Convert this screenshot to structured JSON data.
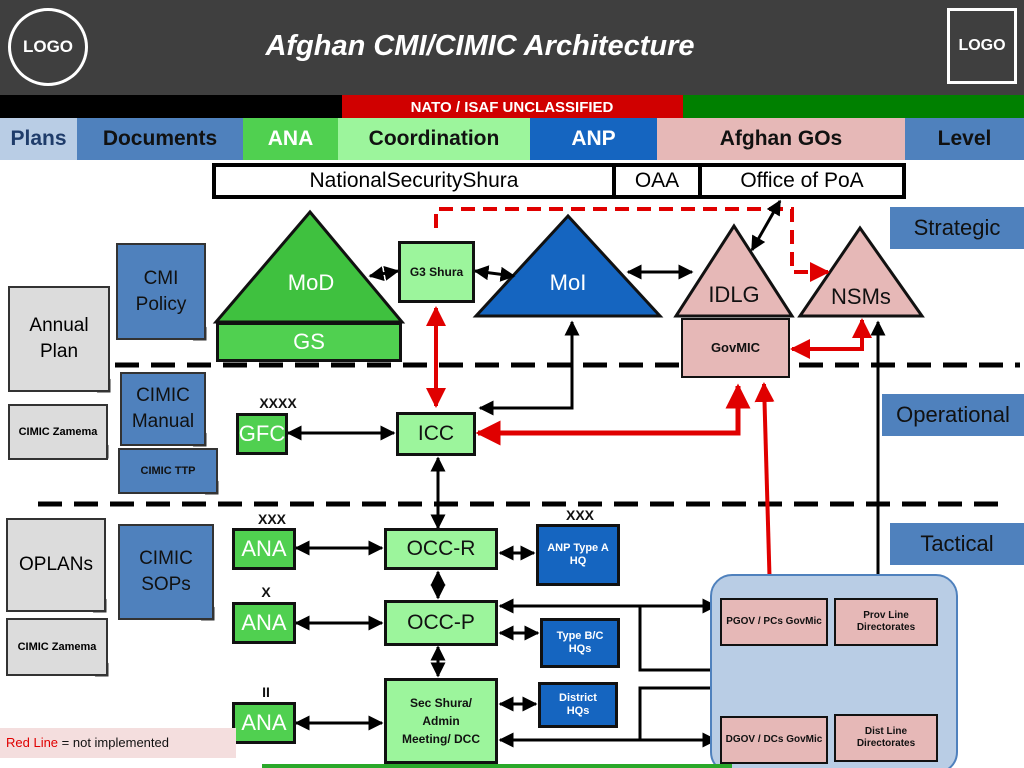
{
  "header": {
    "title": "Afghan CMI/CIMIC Architecture",
    "logo_left": "LOGO",
    "logo_right": "LOGO"
  },
  "classification": "NATO / ISAF UNCLASSIFIED",
  "tabs": [
    {
      "label": "Plans",
      "color": "#b9cde5"
    },
    {
      "label": "Documents",
      "color": "#4f81bd"
    },
    {
      "label": "ANA",
      "color": "#50d050"
    },
    {
      "label": "Coordination",
      "color": "#9cf59c"
    },
    {
      "label": "ANP",
      "color": "#1565c0"
    },
    {
      "label": "Afghan GOs",
      "color": "#e6b8b7"
    },
    {
      "label": "Level",
      "color": "#4f81bd"
    }
  ],
  "top_bar": {
    "national_security_shura": "NationalSecurityShura",
    "oaa": "OAA",
    "office_of_poa": "Office of PoA"
  },
  "levels": {
    "strategic": "Strategic",
    "operational": "Operational",
    "tactical": "Tactical"
  },
  "documents": {
    "cmi_policy": "CMI Policy",
    "annual_plan": "Annual Plan",
    "cimic_zamema_1": "CIMIC Zamema",
    "cimic_manual": "CIMIC Manual",
    "cimic_ttp": "CIMIC TTP",
    "oplans": "OPLANs",
    "cimic_zamema_2": "CIMIC Zamema",
    "cimic_sops": "CIMIC SOPs"
  },
  "nodes": {
    "mod": "MoD",
    "gs": "GS",
    "g3_shura": "G3 Shura",
    "moi": "MoI",
    "idlg": "IDLG",
    "nsms": "NSMs",
    "govmic": "GovMIC",
    "gfc": "GFC",
    "icc": "ICC",
    "ana_xxx": "ANA",
    "ana_x": "ANA",
    "ana_ii": "ANA",
    "occ_r": "OCC-R",
    "occ_p": "OCC-P",
    "sec_shura": "Sec Shura/ Admin Meeting/ DCC",
    "anp_type_a": "ANP Type A HQ",
    "type_bc": "Type B/C HQs",
    "district_hqs": "District HQs",
    "pgov": "PGOV / PCs GovMic",
    "prov_line": "Prov Line Directorates",
    "dgov": "DGOV / DCs GovMic",
    "dist_line": "Dist Line Directorates"
  },
  "echelons": {
    "gfc": "XXXX",
    "ana_xxx": "XXX",
    "anp_xxx": "XXX",
    "ana_x": "X",
    "ana_ii": "II"
  },
  "legend": {
    "red_line": "Red Line",
    "rest": " = not implemented"
  }
}
